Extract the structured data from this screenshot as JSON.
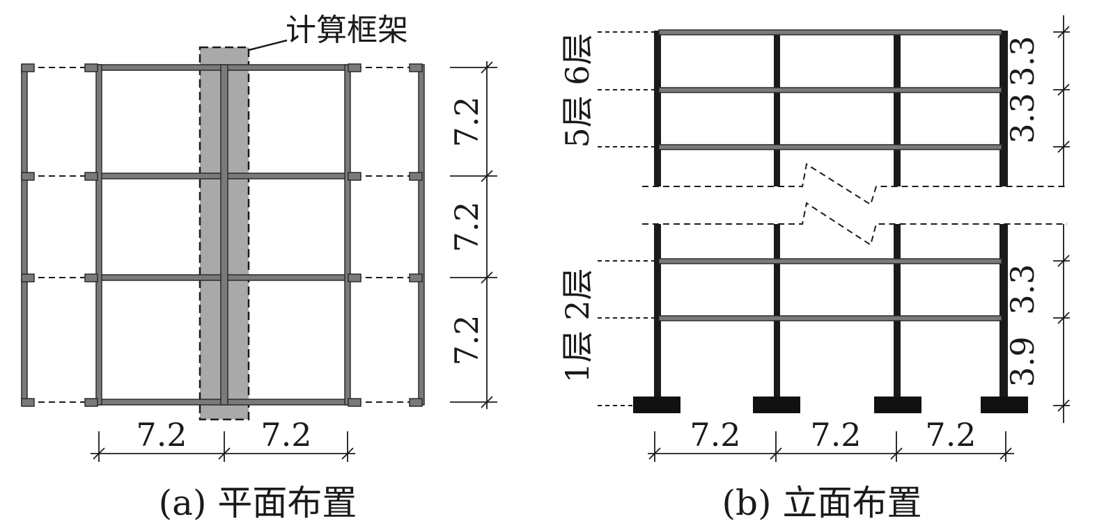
{
  "plan": {
    "caption": "(a) 平面布置",
    "callout_label": "计算框架",
    "spans_x": [
      "7.2",
      "7.2"
    ],
    "spans_y": [
      "7.2",
      "7.2",
      "7.2"
    ]
  },
  "elevation": {
    "caption": "(b) 立面布置",
    "spans_x": [
      "7.2",
      "7.2",
      "7.2"
    ],
    "storey_heights": [
      "3.3",
      "3.3",
      "3.3",
      "3.9"
    ],
    "storey_labels": {
      "top_pair": "5层 6层",
      "bottom_pair": "1层 2层"
    }
  },
  "colors": {
    "member_fill": "#7a7a7a",
    "member_stroke": "#2b2b2b",
    "highlight_fill": "#a9a9a9",
    "line": "#1a1a1a",
    "footing": "#111111"
  }
}
